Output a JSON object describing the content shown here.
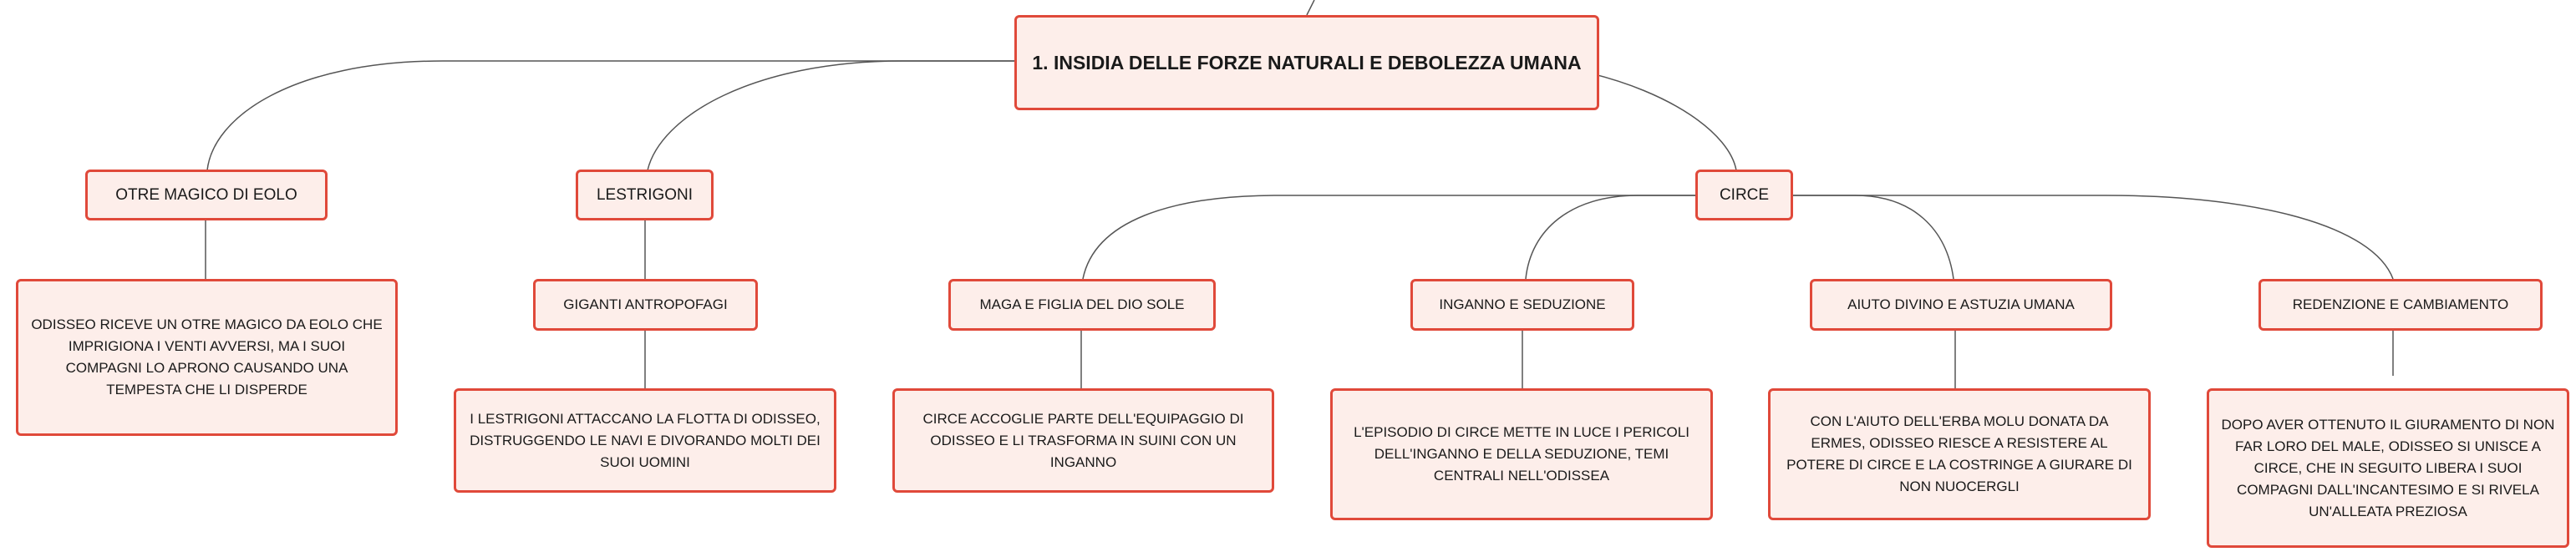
{
  "mindmap": {
    "root": {
      "label": "1. INSIDIA DELLE FORZE NATURALI E DEBOLEZZA UMANA"
    },
    "branches": [
      {
        "label": "OTRE MAGICO DI EOLO",
        "description": "ODISSEO RICEVE UN OTRE MAGICO DA EOLO CHE IMPRIGIONA I VENTI AVVERSI, MA I SUOI COMPAGNI LO APRONO CAUSANDO UNA TEMPESTA CHE LI DISPERDE"
      },
      {
        "label": "LESTRIGONI",
        "sub": "GIGANTI ANTROPOFAGI",
        "description": "I LESTRIGONI ATTACCANO LA FLOTTA DI ODISSEO, DISTRUGGENDO LE NAVI E DIVORANDO MOLTI DEI SUOI UOMINI"
      },
      {
        "label": "CIRCE",
        "children": [
          {
            "label": "MAGA E FIGLIA DEL DIO SOLE",
            "description": "CIRCE ACCOGLIE PARTE DELL'EQUIPAGGIO DI ODISSEO E LI TRASFORMA IN SUINI CON UN INGANNO"
          },
          {
            "label": "INGANNO E SEDUZIONE",
            "description": "L'EPISODIO DI CIRCE METTE IN LUCE I PERICOLI DELL'INGANNO E DELLA SEDUZIONE, TEMI CENTRALI NELL'ODISSEA"
          },
          {
            "label": "AIUTO DIVINO E ASTUZIA UMANA",
            "description": "CON L'AIUTO DELL'ERBA MOLU DONATA DA ERMES, ODISSEO RIESCE A RESISTERE AL POTERE DI CIRCE E LA COSTRINGE A GIURARE DI NON NUOCERGLI"
          },
          {
            "label": "REDENZIONE E CAMBIAMENTO",
            "description": "DOPO AVER OTTENUTO IL GIURAMENTO DI NON FAR LORO DEL MALE, ODISSEO SI UNISCE A CIRCE, CHE IN SEGUITO LIBERA I SUOI COMPAGNI DALL'INCANTESIMO E SI RIVELA UN'ALLEATA PREZIOSA"
          }
        ]
      }
    ]
  },
  "colors": {
    "node_border": "#e0493a",
    "node_fill": "#fdeeea",
    "connector": "#555555"
  }
}
